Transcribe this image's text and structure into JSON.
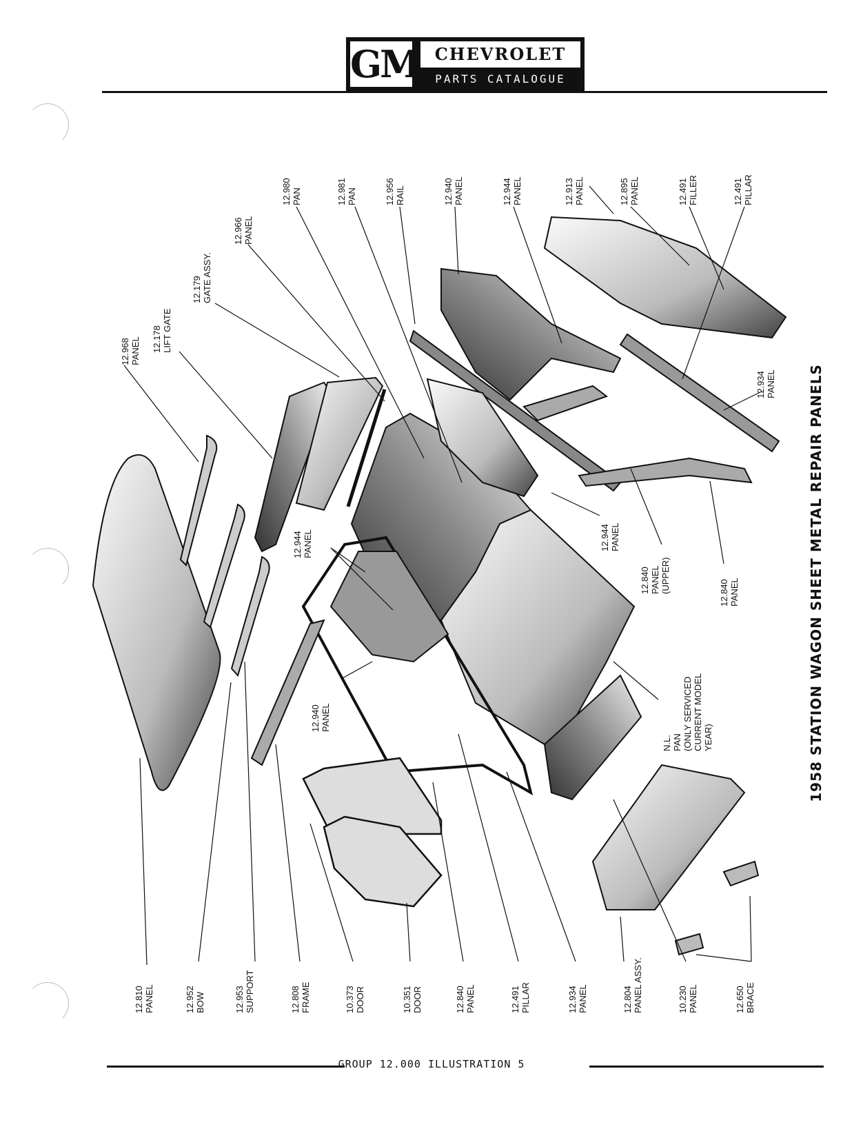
{
  "header": {
    "logo_mark": "GM",
    "brand": "CHEVROLET",
    "catalogue": "PARTS CATALOGUE"
  },
  "title": "1958 STATION WAGON SHEET METAL REPAIR PANELS",
  "footer": "GROUP 12.000 ILLUSTRATION 5",
  "callouts_top": [
    {
      "number": "12.968",
      "name": "PANEL"
    },
    {
      "number": "12.178",
      "name": "LIFT GATE"
    },
    {
      "number": "12.179",
      "name": "GATE ASSY."
    },
    {
      "number": "12.966",
      "name": "PANEL"
    },
    {
      "number": "12.980",
      "name": "PAN"
    },
    {
      "number": "12.981",
      "name": "PAN"
    },
    {
      "number": "12.956",
      "name": "RAIL"
    },
    {
      "number": "12.940",
      "name": "PANEL"
    },
    {
      "number": "12.944",
      "name": "PANEL"
    },
    {
      "number": "12.913",
      "name": "PANEL"
    },
    {
      "number": "12.895",
      "name": "PANEL"
    },
    {
      "number": "12.491",
      "name": "FILLER"
    },
    {
      "number": "12.491",
      "name": "PILLAR"
    }
  ],
  "callouts_bottom": [
    {
      "number": "12.810",
      "name": "PANEL"
    },
    {
      "number": "12.952",
      "name": "BOW"
    },
    {
      "number": "12.953",
      "name": "SUPPORT"
    },
    {
      "number": "12.808",
      "name": "FRAME"
    },
    {
      "number": "10.373",
      "name": "DOOR"
    },
    {
      "number": "10.351",
      "name": "DOOR"
    },
    {
      "number": "12.840",
      "name": "PANEL"
    },
    {
      "number": "12.491",
      "name": "PILLAR"
    },
    {
      "number": "12.934",
      "name": "PANEL"
    },
    {
      "number": "12.804",
      "name": "PANEL ASSY."
    },
    {
      "number": "10.230",
      "name": "PANEL"
    },
    {
      "number": "12.650",
      "name": "BRACE"
    }
  ],
  "callouts_mid": [
    {
      "lines": [
        "12.934",
        "PANEL"
      ]
    },
    {
      "lines": [
        "12.944",
        "PANEL"
      ]
    },
    {
      "lines": [
        "12.840",
        "PANEL",
        "(UPPER)"
      ]
    },
    {
      "lines": [
        "12.840",
        "PANEL"
      ]
    },
    {
      "lines": [
        "12.944",
        "PANEL"
      ]
    },
    {
      "lines": [
        "12.940",
        "PANEL"
      ]
    },
    {
      "lines": [
        "N.L.",
        "PAN",
        "(ONLY SERVICED",
        "CURRENT MODEL",
        "YEAR)"
      ]
    }
  ]
}
